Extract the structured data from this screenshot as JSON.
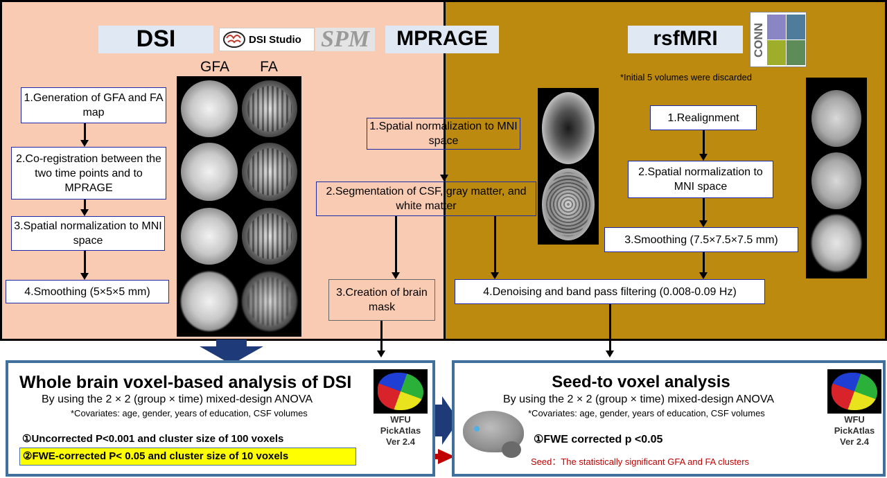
{
  "titles": {
    "dsi": "DSI",
    "mprage": "MPRAGE",
    "rsfmri": "rsfMRI"
  },
  "logos": {
    "dsi_studio": "DSI Studio",
    "spm": "SPM",
    "conn": "CONN"
  },
  "dsi": {
    "col_gfa": "GFA",
    "col_fa": "FA",
    "steps": [
      "1.Generation of GFA and FA map",
      "2.Co-registration between the two time points and to MPRAGE",
      "3.Spatial normalization to MNI space",
      "4.Smoothing (5×5×5 mm)"
    ]
  },
  "mprage": {
    "steps": [
      "1.Spatial normalization to MNI space",
      "2.Segmentation of CSF, gray matter, and white matter",
      "3.Creation of brain mask"
    ]
  },
  "rsfmri": {
    "note": "*Initial 5 volumes were discarded",
    "steps": [
      "1.Realignment",
      "2.Spatial normalization to MNI space",
      "3.Smoothing (7.5×7.5×7.5 mm)",
      "4.Denoising and band pass filtering (0.008-0.09 Hz)"
    ]
  },
  "analysis_left": {
    "title": "Whole brain voxel-based analysis of DSI",
    "subtitle": "By using the 2 × 2 (group × time) mixed-design ANOVA",
    "covariates": "*Covariates: age, gender, years of education, CSF volumes",
    "criteria1": "①Uncorrected P<0.001 and cluster size of 100 voxels",
    "criteria2": "②FWE-corrected P< 0.05 and  cluster size of 10 voxels",
    "tool_line1": "WFU",
    "tool_line2": "PickAtlas",
    "tool_line3": "Ver 2.4"
  },
  "analysis_right": {
    "title": "Seed-to voxel analysis",
    "subtitle": "By using the 2 × 2 (group × time) mixed-design ANOVA",
    "covariates": "*Covariates: age, gender, years of education, CSF volumes",
    "criteria1": "①FWE corrected p <0.05",
    "seed": "Seed：The statistically significant GFA and FA clusters",
    "tool_line1": "WFU",
    "tool_line2": "PickAtlas",
    "tool_line3": "Ver 2.4"
  },
  "colors": {
    "left_panel": "#f9cbb2",
    "right_panel": "#bb8a0e",
    "title_box": "#dfe8f3",
    "step_border": "#1a2aa8",
    "bottom_border": "#41709c",
    "arrow_navy": "#1f3a78",
    "arrow_red": "#c00000",
    "highlight": "#ffff00",
    "seed_text": "#c00000"
  }
}
